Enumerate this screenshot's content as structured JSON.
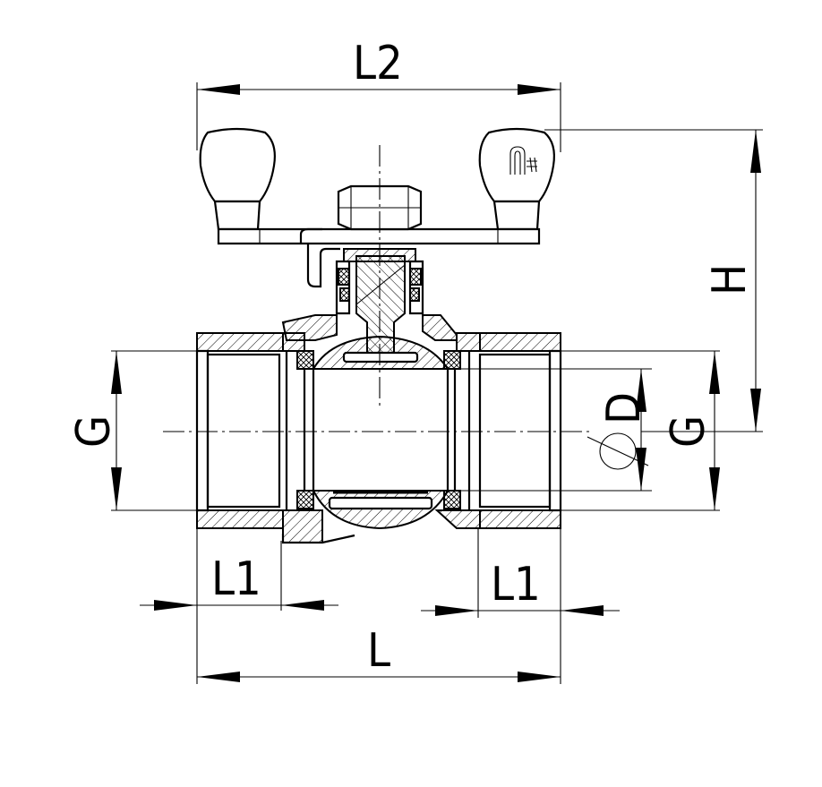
{
  "labels": {
    "L2": "L2",
    "H": "H",
    "G_left": "G",
    "G_right": "G",
    "D": "D",
    "L1_left": "L1",
    "L1_right": "L1",
    "L": "L"
  },
  "colors": {
    "line": "#000000",
    "background": "#ffffff"
  },
  "icons": {
    "handle_logo": "manufacturer-logo-icon"
  }
}
